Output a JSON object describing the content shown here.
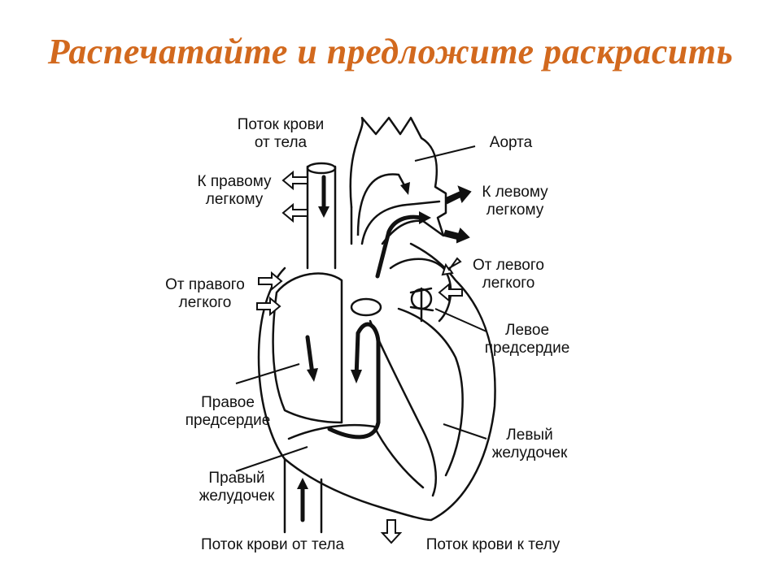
{
  "title": "Распечатайте и предложите раскрасить",
  "colors": {
    "title": "#d2691e",
    "line": "#111111"
  },
  "labels": {
    "flow_from_body_top": [
      "Поток крови",
      "от тела"
    ],
    "to_right_lung": [
      "К правому",
      "легкому"
    ],
    "aorta": "Аорта",
    "to_left_lung": [
      "К левому",
      "легкому"
    ],
    "from_right_lung": [
      "От правого",
      "легкого"
    ],
    "from_left_lung": [
      "От левого",
      "легкого"
    ],
    "left_atrium": [
      "Левое",
      "предсердие"
    ],
    "right_atrium": [
      "Правое",
      "предсердие"
    ],
    "left_ventricle": [
      "Левый",
      "желудочек"
    ],
    "right_ventricle": [
      "Правый",
      "желудочек"
    ],
    "flow_from_body_bottom": "Поток крови от тела",
    "flow_to_body": "Поток крови к телу"
  }
}
